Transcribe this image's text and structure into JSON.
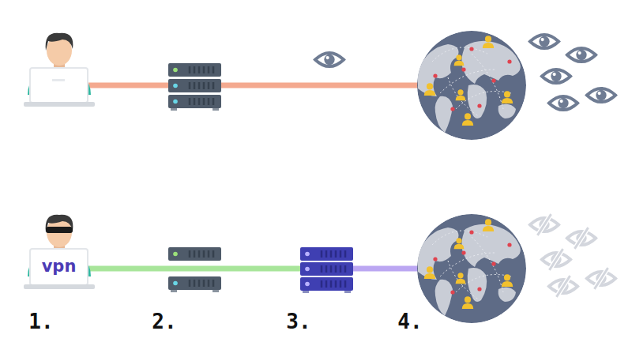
{
  "diagram": {
    "labels": [
      "vpn",
      "1.",
      "2.",
      "3.",
      "4."
    ]
  }
}
